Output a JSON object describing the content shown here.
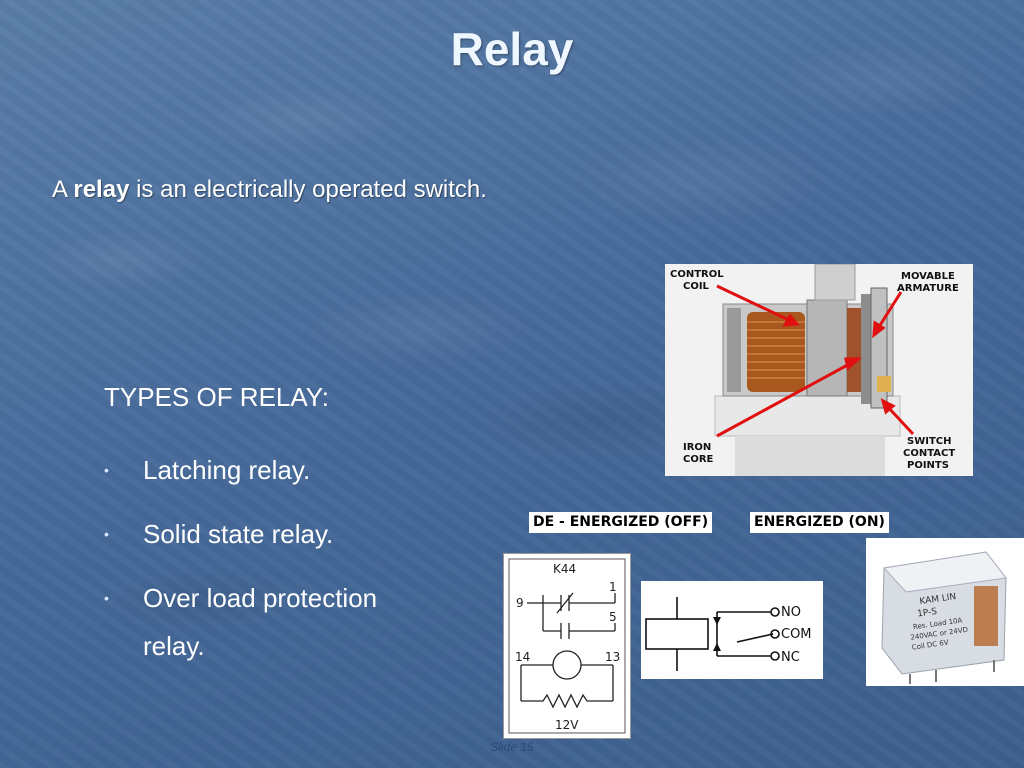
{
  "slide": {
    "title": "Relay",
    "intro": {
      "prefix": "A ",
      "bold": "relay",
      "suffix": " is an electrically operated switch."
    },
    "types_heading": "TYPES OF RELAY:",
    "bullets": [
      {
        "label": "Latching relay."
      },
      {
        "label": "Solid state relay."
      },
      {
        "label": "Over load protection relay."
      }
    ],
    "footer": "Slide 15"
  },
  "relay_photo": {
    "labels": {
      "control_coil": [
        "CONTROL",
        "COIL"
      ],
      "movable_armature": [
        "MOVABLE",
        "ARMATURE"
      ],
      "iron_core": [
        "IRON",
        "CORE"
      ],
      "switch_contact": [
        "SWITCH",
        "CONTACT",
        "POINTS"
      ]
    }
  },
  "state_labels": {
    "off": "DE - ENERGIZED (OFF)",
    "on": "ENERGIZED (ON)"
  },
  "k44_schematic": {
    "title": "K44",
    "pins": [
      "1",
      "9",
      "5",
      "14",
      "13"
    ],
    "voltage": "12V"
  },
  "contact_schematic": {
    "no": "NO",
    "com": "COM",
    "nc": "NC"
  },
  "kam_photo": {
    "text": [
      "KAM LIN",
      "1P-S",
      "Res. Load 10A",
      "240VAC or 24VD",
      "Coil DC 6V"
    ]
  },
  "colors": {
    "background": "#4b6f98",
    "title": "#eef7ff",
    "footer": "#2a4a7a"
  }
}
